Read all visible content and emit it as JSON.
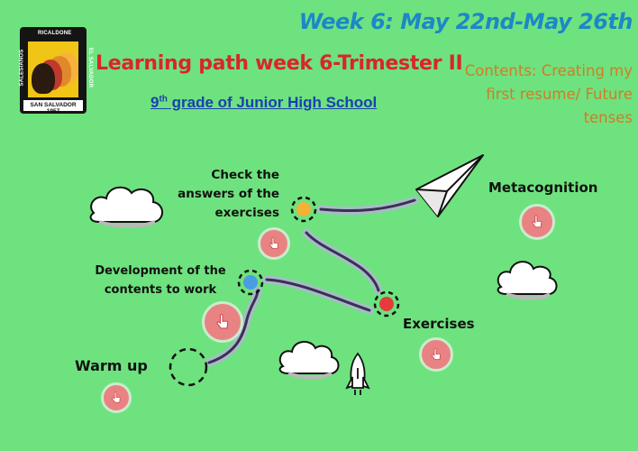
{
  "header": {
    "week": "Week 6: May 22nd-May 26th",
    "title": "Learning path week 6-Trimester II",
    "subtitle_prefix": "9",
    "subtitle_sup": "th",
    "subtitle_rest": " grade of Junior High School",
    "contents_line1": "Contents: Creating my",
    "contents_line2": "first resume/ Future tenses"
  },
  "logo": {
    "top": "RICALDONE",
    "left": "SALESIANOS",
    "right": "EL SALVADOR",
    "bottom": "SAN SALVADOR 1957"
  },
  "path": {
    "warm_up": "Warm up",
    "development_line1": "Development of the",
    "development_line2": "contents to work",
    "check_line1": "Check the",
    "check_line2": "answers of the",
    "check_line3": "exercises",
    "exercises": "Exercises",
    "metacognition": "Metacognition"
  },
  "colors": {
    "background": "#6ee27e",
    "node_check": "#f2b233",
    "node_development": "#4a9de0",
    "node_exercises": "#e53b3b",
    "click_button": "#e98383"
  },
  "icons": [
    "tap-hand-icon",
    "paper-plane-icon",
    "rocket-icon",
    "cloud-icon"
  ]
}
